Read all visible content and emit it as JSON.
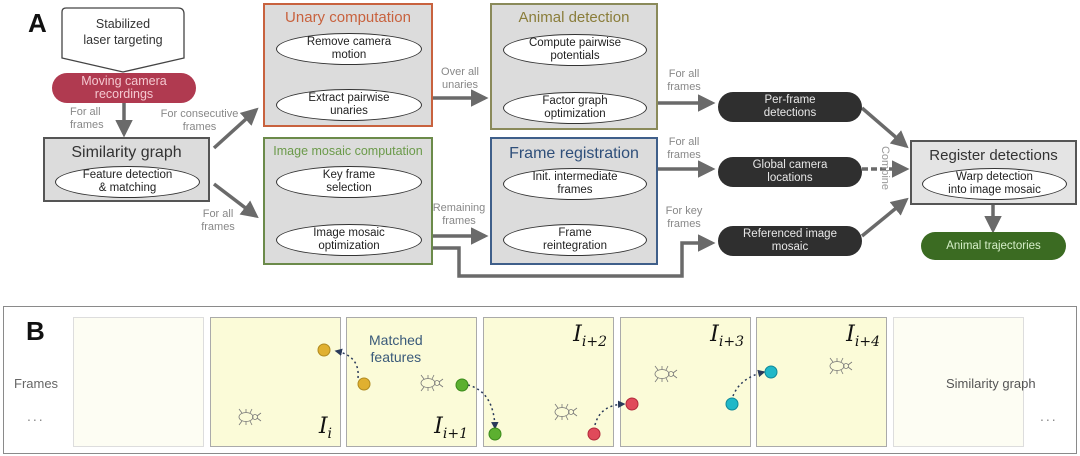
{
  "panel_a": {
    "letter": "A",
    "laser": "Stabilized\nlaser targeting",
    "recordings": "Moving camera\nrecordings",
    "similarity": {
      "title": "Similarity graph",
      "step": "Feature detection\n& matching"
    },
    "unary": {
      "title": "Unary computation",
      "steps": [
        "Remove camera\nmotion",
        "Extract pairwise\nunaries"
      ]
    },
    "animal": {
      "title": "Animal detection",
      "steps": [
        "Compute pairwise\npotentials",
        "Factor graph\noptimization"
      ]
    },
    "mosaic": {
      "title": "Image mosaic computation",
      "steps": [
        "Key frame\nselection",
        "Image mosaic\noptimization"
      ]
    },
    "registration": {
      "title": "Frame registration",
      "steps": [
        "Init. intermediate\nframes",
        "Frame\nreintegration"
      ]
    },
    "outputs": [
      "Per-frame\ndetections",
      "Global camera\nlocations",
      "Referenced image\nmosaic"
    ],
    "register": {
      "title": "Register detections",
      "step": "Warp detection\ninto image mosaic"
    },
    "trajectories": "Animal trajectories",
    "edge_labels": {
      "for_all_frames_1": "For all\nframes",
      "for_consecutive": "For consecutive\nframes",
      "for_all_frames_2": "For all\nframes",
      "over_all_unaries": "Over all\nunaries",
      "remaining_frames": "Remaining\nframes",
      "for_all_frames_3": "For all\nframes",
      "for_all_frames_4": "For all\nframes",
      "for_key_frames": "For key\nframes",
      "combine": "Combine"
    },
    "colors": {
      "unary_border": "#c8623e",
      "unary_title": "#c8623e",
      "animal_border": "#8a8a5a",
      "animal_title": "#8a7d3a",
      "mosaic_border": "#6b8a4a",
      "mosaic_title": "#6b9a4a",
      "registration_border": "#3f5f8a",
      "registration_title": "#2f4f7a",
      "recordings_fill": "#b03a50",
      "trajectories_fill": "#3b6b22",
      "arrow": "#6a6a6a"
    }
  },
  "panel_b": {
    "letter": "B",
    "frames_label": "Frames",
    "ellipsis_left": "...",
    "ellipsis_right": "...",
    "matched_features": "Matched\nfeatures",
    "similarity_graph": "Similarity graph",
    "frame_labels": [
      {
        "base": "I",
        "sub": "i"
      },
      {
        "base": "I",
        "sub": "i+1"
      },
      {
        "base": "I",
        "sub": "i+2"
      },
      {
        "base": "I",
        "sub": "i+3"
      },
      {
        "base": "I",
        "sub": "i+4"
      }
    ],
    "feature_colors": {
      "yellow": "#e0b030",
      "green": "#5cb030",
      "red": "#e04a5a",
      "cyan": "#20b8c8"
    }
  }
}
